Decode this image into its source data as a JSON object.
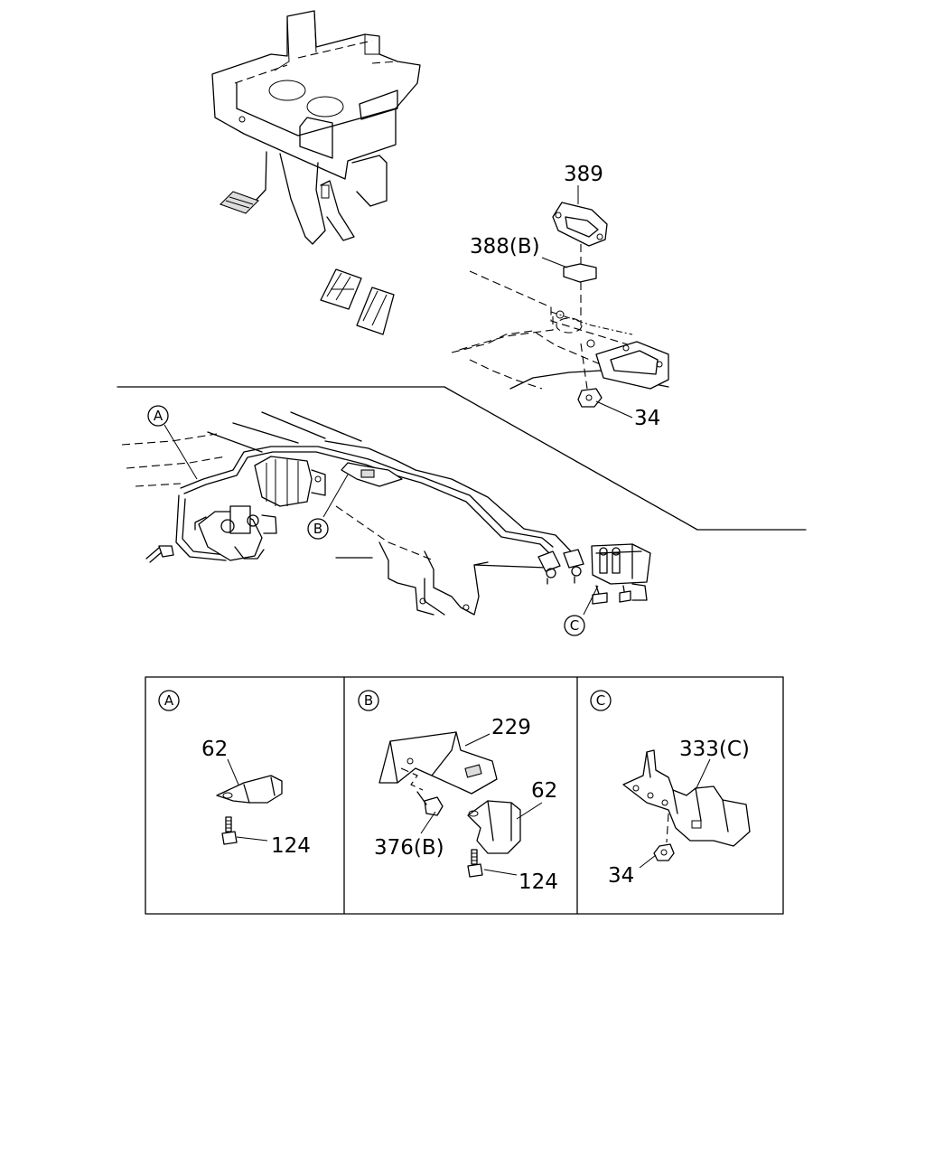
{
  "callouts": {
    "c389": "389",
    "c388b": "388(B)",
    "c34_top": "34",
    "c229": "229",
    "c62_b": "62",
    "c376b": "376(B)",
    "c124_b": "124",
    "c62_a": "62",
    "c124_a": "124",
    "c333c": "333(C)",
    "c34_c": "34"
  },
  "detail_markers": {
    "a": "A",
    "b": "B",
    "c": "C"
  },
  "detail_panels": [
    {
      "id": "A",
      "marker": "A"
    },
    {
      "id": "B",
      "marker": "B"
    },
    {
      "id": "C",
      "marker": "C"
    }
  ]
}
